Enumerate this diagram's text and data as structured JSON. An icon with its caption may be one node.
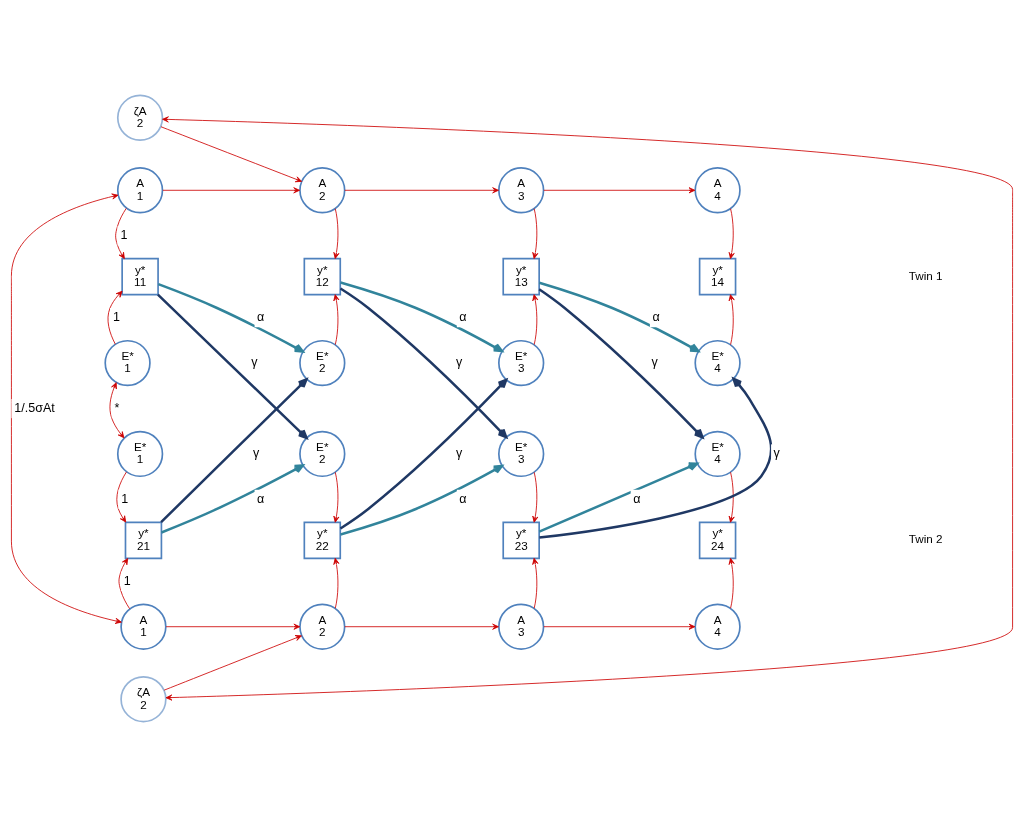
{
  "diagram": {
    "nodes": [
      {
        "text": [
          "ζA",
          "2"
        ]
      },
      {
        "text": [
          "A",
          "1"
        ]
      },
      {
        "text": [
          "A",
          "2"
        ]
      },
      {
        "text": [
          "A",
          "3"
        ]
      },
      {
        "text": [
          "A",
          "4"
        ]
      },
      {
        "text": [
          "y*",
          "11"
        ]
      },
      {
        "text": [
          "y*",
          "12"
        ]
      },
      {
        "text": [
          "y*",
          "13"
        ]
      },
      {
        "text": [
          "y*",
          "14"
        ]
      },
      {
        "text": [
          "E*",
          "1"
        ]
      },
      {
        "text": [
          "E*",
          "2"
        ]
      },
      {
        "text": [
          "E*",
          "3"
        ]
      },
      {
        "text": [
          "E*",
          "4"
        ]
      },
      {
        "text": [
          "E*",
          "1"
        ]
      },
      {
        "text": [
          "E*",
          "2"
        ]
      },
      {
        "text": [
          "E*",
          "3"
        ]
      },
      {
        "text": [
          "E*",
          "4"
        ]
      },
      {
        "text": [
          "y*",
          "21"
        ]
      },
      {
        "text": [
          "y*",
          "22"
        ]
      },
      {
        "text": [
          "y*",
          "23"
        ]
      },
      {
        "text": [
          "y*",
          "24"
        ]
      },
      {
        "text": [
          "A",
          "1"
        ]
      },
      {
        "text": [
          "A",
          "2"
        ]
      },
      {
        "text": [
          "A",
          "3"
        ]
      },
      {
        "text": [
          "A",
          "4"
        ]
      },
      {
        "text": [
          "ζA",
          "2"
        ]
      }
    ],
    "edges": [
      {
        "from": 0,
        "to": 2,
        "arrow": "to"
      },
      {
        "from": 1,
        "to": 2,
        "arrow": "to"
      },
      {
        "from": 2,
        "to": 3,
        "arrow": "to"
      },
      {
        "from": 3,
        "to": 4,
        "arrow": "to"
      },
      {
        "from": 1,
        "to": 5,
        "arrow": "to",
        "label": "1"
      },
      {
        "from": 2,
        "to": 6,
        "arrow": "to"
      },
      {
        "from": 3,
        "to": 7,
        "arrow": "to"
      },
      {
        "from": 4,
        "to": 8,
        "arrow": "to"
      },
      {
        "from": 9,
        "to": 5,
        "arrow": "to",
        "label": "1"
      },
      {
        "from": 10,
        "to": 6,
        "arrow": "to"
      },
      {
        "from": 11,
        "to": 7,
        "arrow": "to"
      },
      {
        "from": 12,
        "to": 8,
        "arrow": "to"
      },
      {
        "from": 1,
        "to": 21,
        "arrow": "both",
        "label": "1/.5σAt"
      },
      {
        "from": 9,
        "to": 13,
        "arrow": "both",
        "label": "*"
      },
      {
        "from": 0,
        "to": 25,
        "arrow": "both"
      },
      {
        "from": 5,
        "to": 10,
        "arrow": "to",
        "label": "α",
        "style": "thick",
        "color": "#31849b"
      },
      {
        "from": 5,
        "to": 14,
        "arrow": "to",
        "label": "γ",
        "style": "thick",
        "color": "#1f3864"
      },
      {
        "from": 17,
        "to": 10,
        "arrow": "to",
        "label": "γ",
        "style": "thick",
        "color": "#1f3864"
      },
      {
        "from": 17,
        "to": 14,
        "arrow": "to",
        "label": "α",
        "style": "thick",
        "color": "#31849b"
      },
      {
        "from": 6,
        "to": 11,
        "arrow": "to",
        "label": "α",
        "style": "thick",
        "color": "#31849b"
      },
      {
        "from": 6,
        "to": 15,
        "arrow": "to",
        "label": "γ",
        "style": "thick",
        "color": "#1f3864"
      },
      {
        "from": 18,
        "to": 11,
        "arrow": "to",
        "label": "γ",
        "style": "thick",
        "color": "#1f3864"
      },
      {
        "from": 18,
        "to": 15,
        "arrow": "to",
        "label": "α",
        "style": "thick",
        "color": "#31849b"
      },
      {
        "from": 7,
        "to": 12,
        "arrow": "to",
        "label": "α",
        "style": "thick",
        "color": "#31849b"
      },
      {
        "from": 7,
        "to": 16,
        "arrow": "to",
        "label": "γ",
        "style": "thick",
        "color": "#1f3864"
      },
      {
        "from": 19,
        "to": 12,
        "arrow": "to",
        "label": "γ",
        "style": "thick",
        "color": "#1f3864"
      },
      {
        "from": 19,
        "to": 16,
        "arrow": "to",
        "label": "α",
        "style": "thick",
        "color": "#31849b"
      },
      {
        "from": 13,
        "to": 17,
        "arrow": "to",
        "label": "1"
      },
      {
        "from": 14,
        "to": 18,
        "arrow": "to"
      },
      {
        "from": 15,
        "to": 19,
        "arrow": "to"
      },
      {
        "from": 16,
        "to": 20,
        "arrow": "to"
      },
      {
        "from": 21,
        "to": 17,
        "arrow": "to",
        "label": "1"
      },
      {
        "from": 22,
        "to": 18,
        "arrow": "to"
      },
      {
        "from": 23,
        "to": 19,
        "arrow": "to"
      },
      {
        "from": 24,
        "to": 20,
        "arrow": "to"
      },
      {
        "from": 21,
        "to": 22,
        "arrow": "to"
      },
      {
        "from": 22,
        "to": 23,
        "arrow": "to"
      },
      {
        "from": 23,
        "to": 24,
        "arrow": "to"
      },
      {
        "from": 25,
        "to": 22,
        "arrow": "to"
      }
    ],
    "labels": [
      "Twin 1",
      "Twin 2"
    ]
  }
}
